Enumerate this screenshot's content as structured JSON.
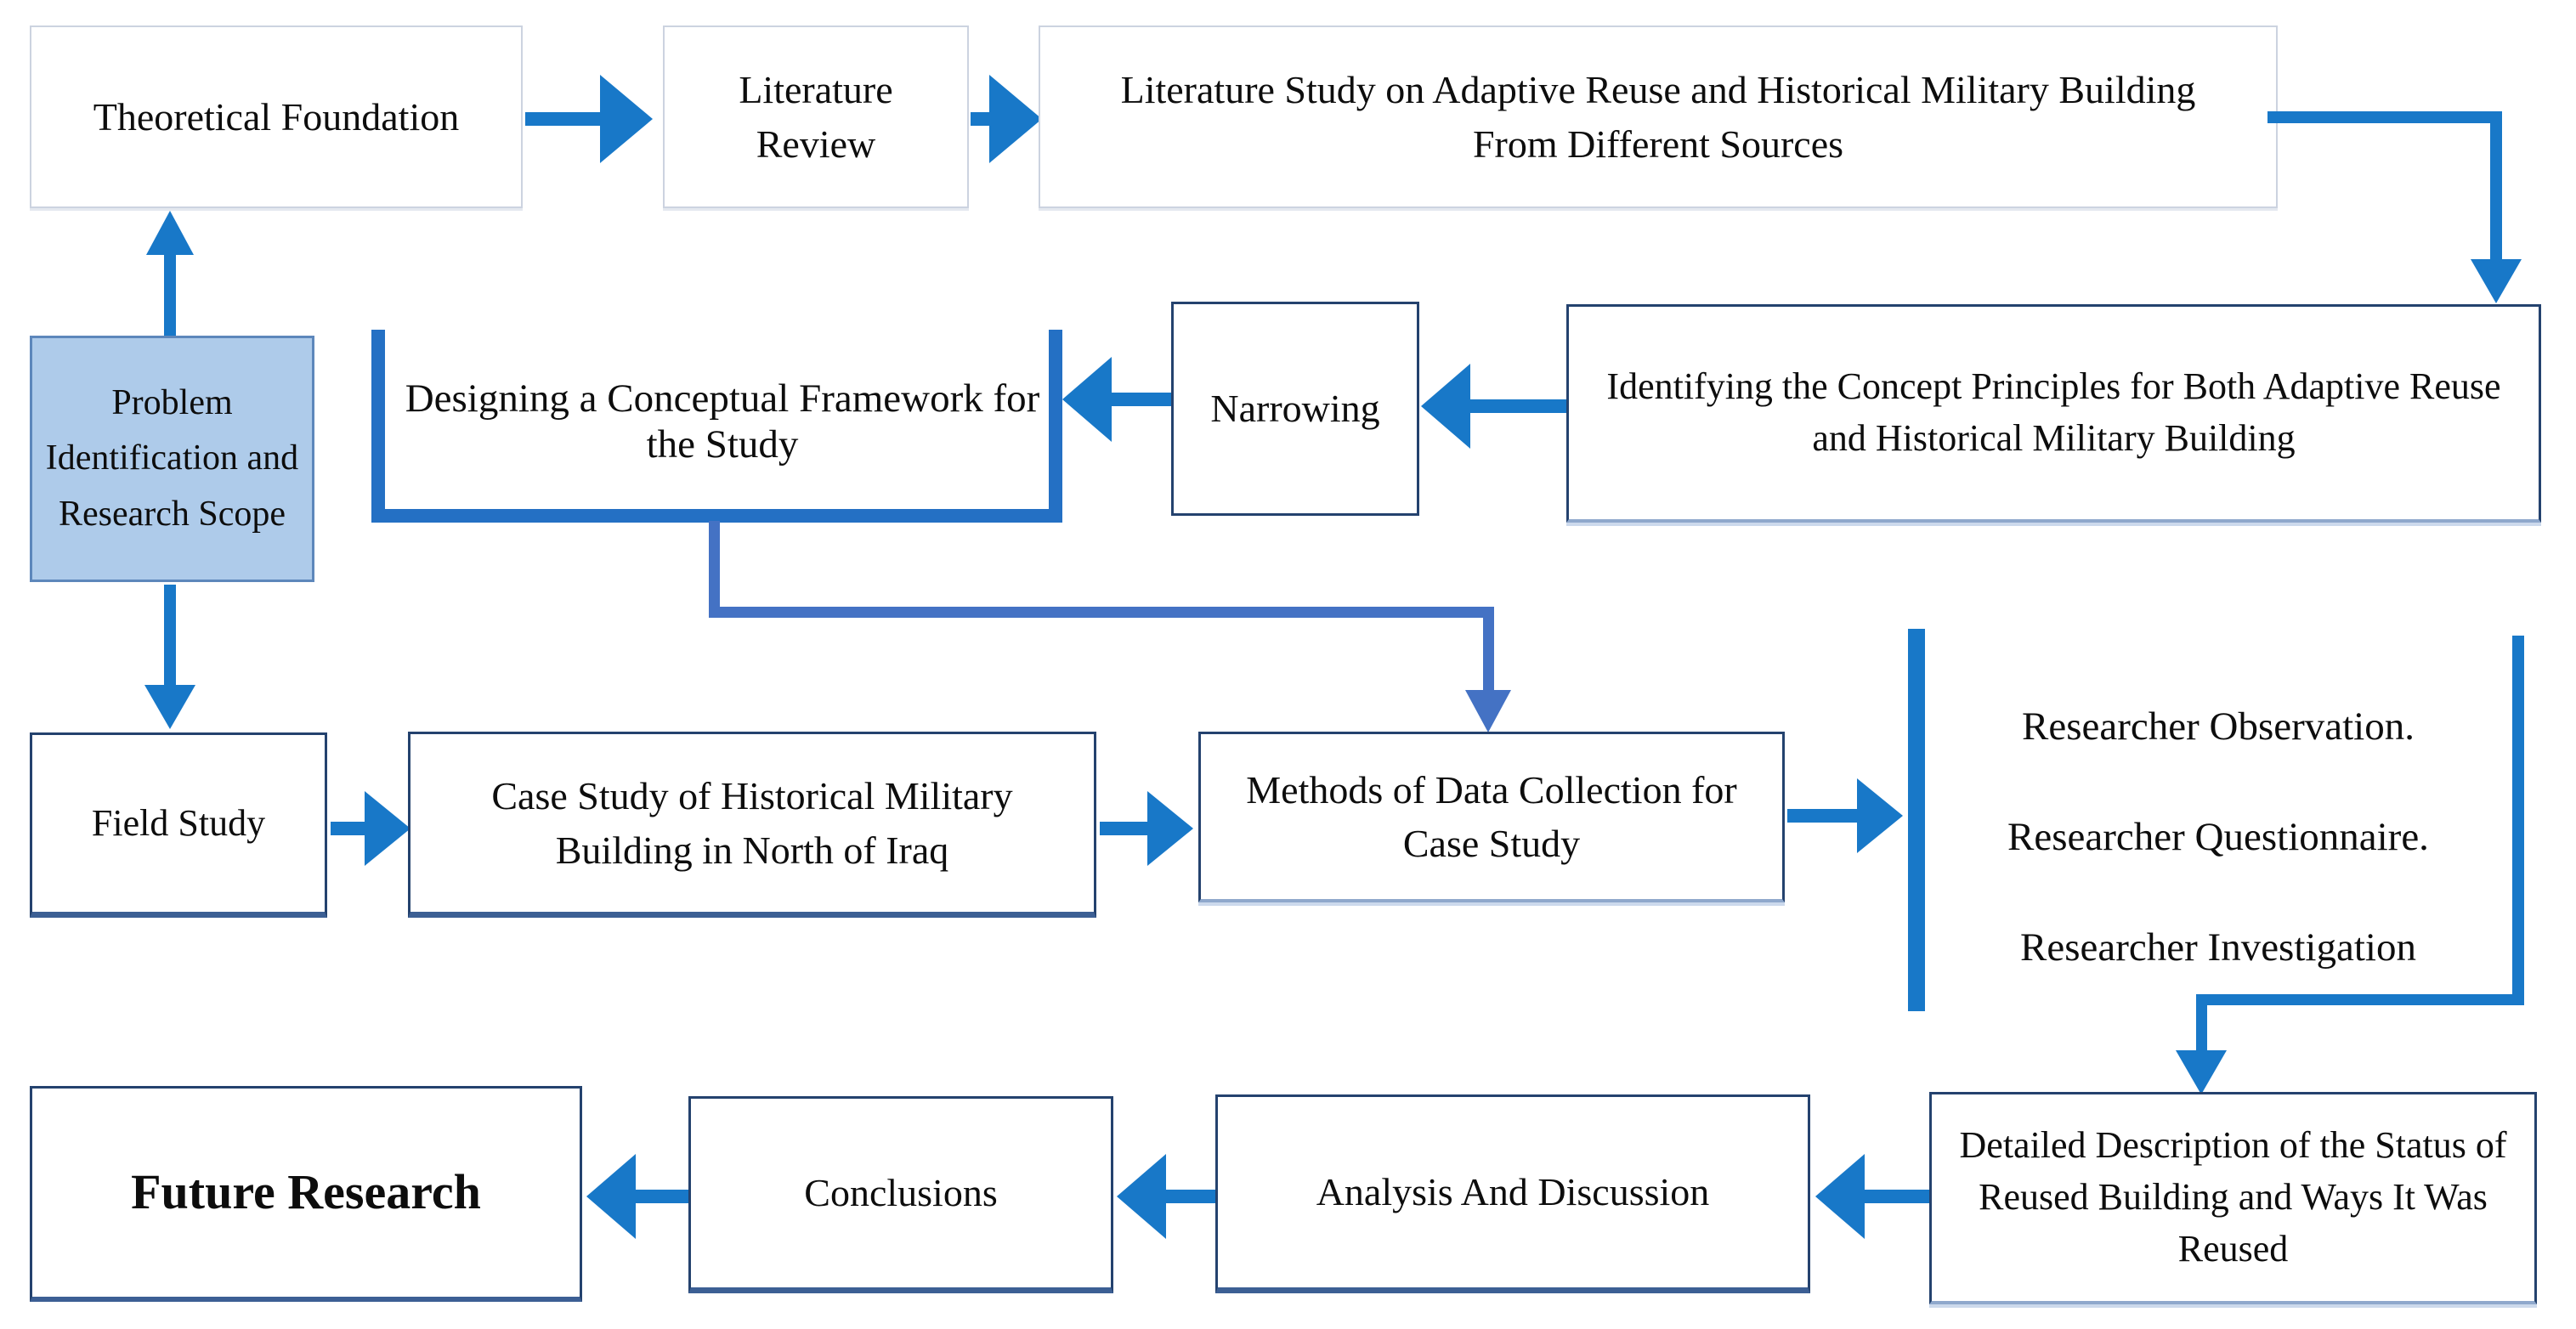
{
  "diagram": {
    "title": "Research methodology flowchart",
    "colors": {
      "arrow_blue": "#1878c8",
      "connector_blue": "#4472c4",
      "frame_blue": "#2470c4",
      "navy_border": "#24426e",
      "light_border": "#ccd3e0",
      "highlight_fill": "#aecbea",
      "highlight_border": "#5d87bb",
      "text": "#0d0d0d",
      "background": "#ffffff"
    },
    "nodes": {
      "theoretical": {
        "label": "Theoretical Foundation"
      },
      "literature_review": {
        "label": "Literature Review"
      },
      "literature_study": {
        "label": "Literature Study on Adaptive Reuse and Historical Military Building From Different Sources"
      },
      "problem_identification": {
        "label": "Problem Identification and Research Scope"
      },
      "designing": {
        "label": "Designing  a Conceptual Framework for the Study"
      },
      "narrowing": {
        "label": "Narrowing"
      },
      "identifying": {
        "label": "Identifying the Concept Principles for Both Adaptive Reuse and Historical Military Building"
      },
      "field_study": {
        "label": "Field Study"
      },
      "case_study": {
        "label": "Case Study of Historical Military Building in North of Iraq"
      },
      "methods": {
        "label": "Methods of Data Collection for Case Study"
      },
      "data_collection_list": {
        "items": [
          "Researcher Observation.",
          "Researcher Questionnaire.",
          "Researcher Investigation"
        ]
      },
      "detailed_description": {
        "label": "Detailed Description of the Status of Reused Building and Ways It Was Reused"
      },
      "analysis": {
        "label": "Analysis And Discussion"
      },
      "conclusions": {
        "label": "Conclusions"
      },
      "future_research": {
        "label": "Future Research"
      }
    }
  }
}
